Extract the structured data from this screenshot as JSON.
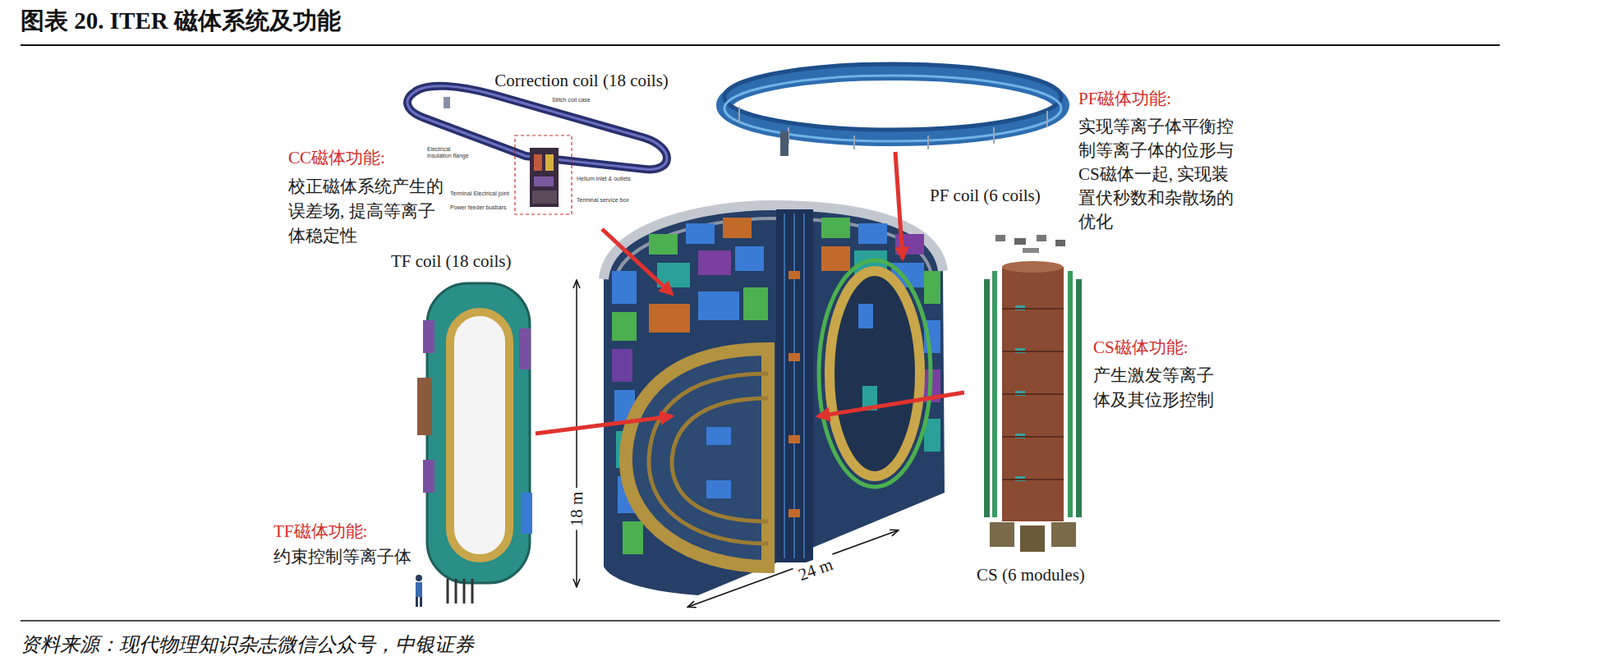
{
  "diagram": {
    "title": "图表 20. ITER 磁体系统及功能",
    "caption": "资料来源：现代物理知识杂志微信公众号，中银证券",
    "nodes": [
      {
        "text": [
          "Correction coil (18 coils)"
        ]
      },
      {
        "text": [
          "PF coil (6 coils)"
        ]
      },
      {
        "text": [
          "TF coil (18 coils)"
        ]
      },
      {
        "text": [
          "CS (6 modules)"
        ]
      }
    ],
    "labels": [
      "CC磁体功能:",
      "校正磁体系统产生的误差场, 提高等离子体稳定性",
      "PF磁体功能:",
      "实现等离子体平衡控制等离子体的位形与CS磁体一起, 实现装置伏秒数和杂散场的优化",
      "CS磁体功能:",
      "产生激发等离子体及其位形控制",
      "TF磁体功能:",
      "约束控制等离子体",
      "18 m",
      "24 m",
      "Stitch coil case",
      "Electrical insulation flange",
      "Terminal Electrical joint",
      "Power feeder busbars",
      "Helium inlet & outlets",
      "Terminal service box"
    ]
  }
}
